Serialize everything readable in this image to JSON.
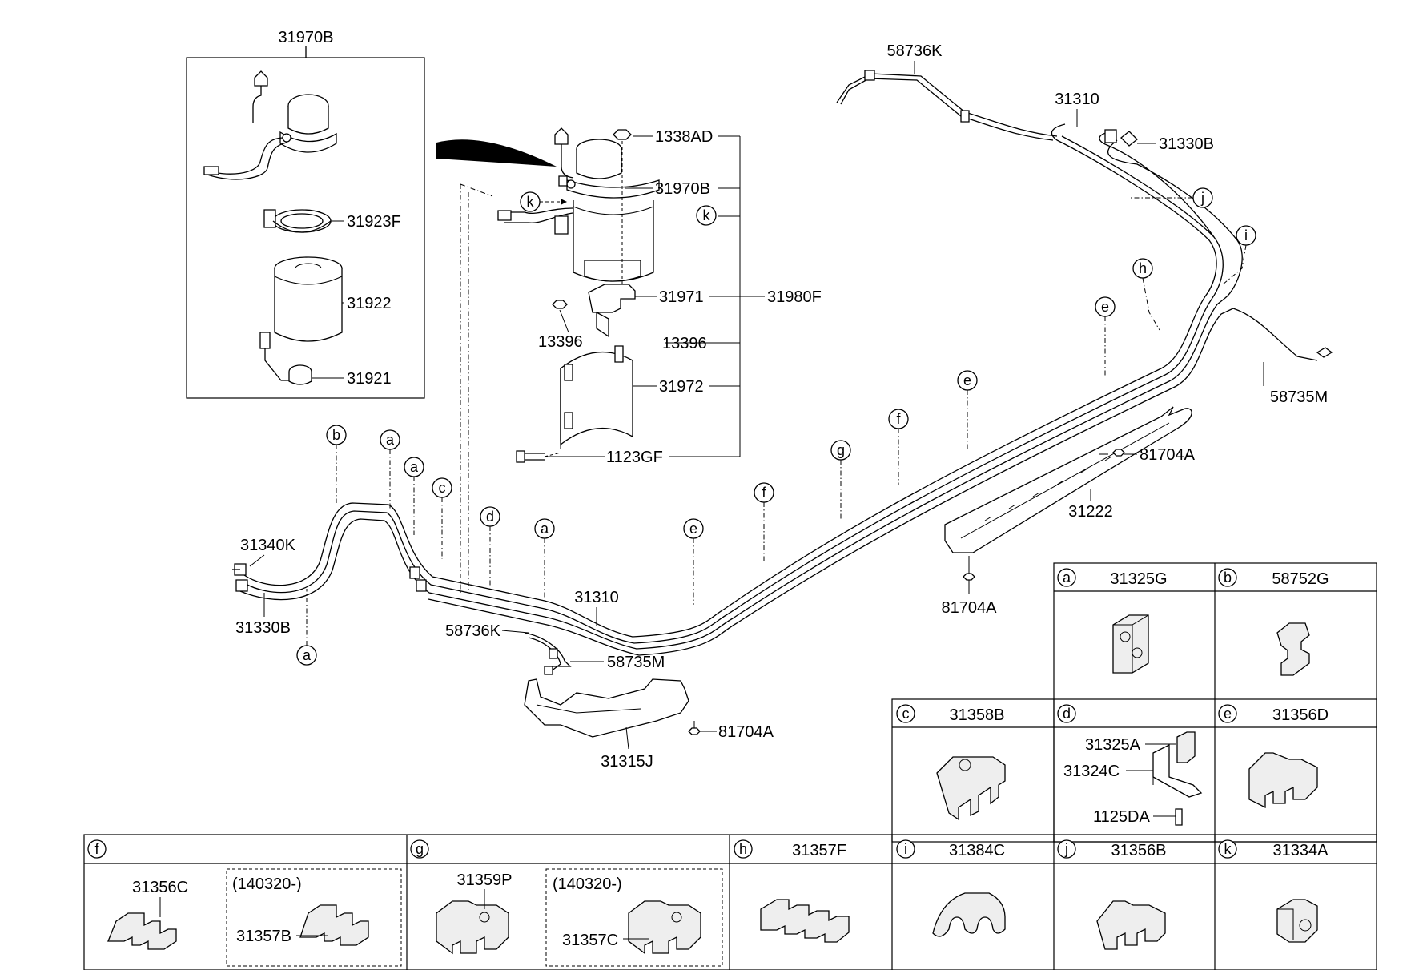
{
  "filter_box": {
    "title": "31970B",
    "parts": [
      "31923F",
      "31922",
      "31921"
    ]
  },
  "filter_assembly": {
    "bracket_labels": [
      "1338AD",
      "31970B",
      "31971",
      "31980F",
      "13396",
      "31972",
      "1123GF"
    ],
    "loose_label": "13396",
    "callout_k": "k"
  },
  "main_labels": {
    "l_58736K_top": "58736K",
    "l_31310_top": "31310",
    "l_31330B_top": "31330B",
    "l_58735M_right": "58735M",
    "l_31222": "31222",
    "l_81704A_a": "81704A",
    "l_81704A_b": "81704A",
    "l_31340K": "31340K",
    "l_31330B_left": "31330B",
    "l_31310_mid": "31310",
    "l_58736K_mid": "58736K",
    "l_58735M_mid": "58735M",
    "l_31315J": "31315J",
    "l_81704A_c": "81704A"
  },
  "callouts": {
    "c_b": "b",
    "c_a1": "a",
    "c_a2": "a",
    "c_c": "c",
    "c_d": "d",
    "c_a3": "a",
    "c_e1": "e",
    "c_f1": "f",
    "c_g": "g",
    "c_f2": "f",
    "c_e2": "e",
    "c_e3": "e",
    "c_h": "h",
    "c_i": "i",
    "c_j": "j",
    "c_a4": "a"
  },
  "legend": {
    "a": {
      "letter": "a",
      "part": "31325G"
    },
    "b": {
      "letter": "b",
      "part": "58752G"
    },
    "c": {
      "letter": "c",
      "part": "31358B"
    },
    "d": {
      "letter": "d",
      "part": "",
      "sub": [
        "31325A",
        "31324C",
        "1125DA"
      ]
    },
    "e": {
      "letter": "e",
      "part": "31356D"
    },
    "f": {
      "letter": "f",
      "part": "",
      "left": "31356C",
      "date": "(140320-)",
      "right": "31357B"
    },
    "g": {
      "letter": "g",
      "part": "",
      "left": "31359P",
      "date": "(140320-)",
      "right": "31357C"
    },
    "h": {
      "letter": "h",
      "part": "31357F"
    },
    "i": {
      "letter": "i",
      "part": "31384C"
    },
    "j": {
      "letter": "j",
      "part": "31356B"
    },
    "k": {
      "letter": "k",
      "part": "31334A"
    }
  }
}
